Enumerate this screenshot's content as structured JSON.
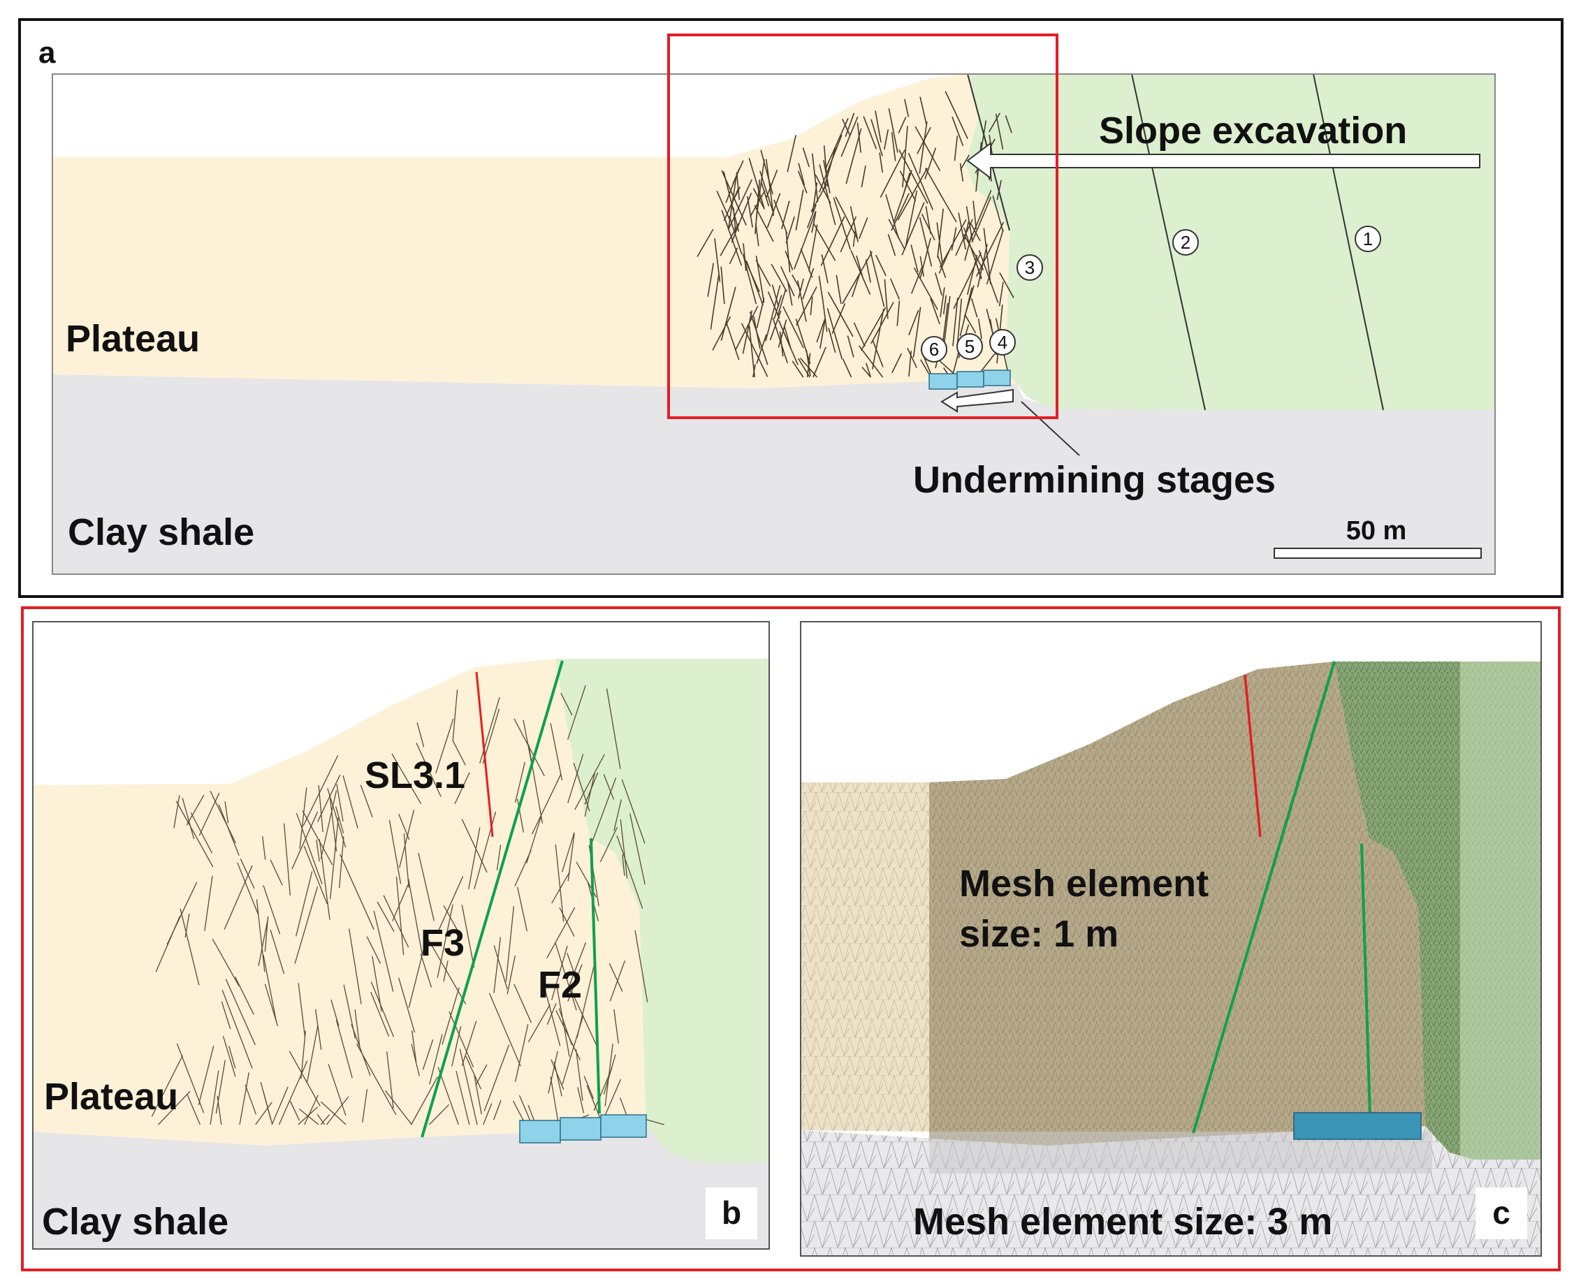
{
  "panel_a": {
    "letter": "a",
    "arrow_label": "Slope excavation",
    "undermining_label": "Undermining stages",
    "plateau_label": "Plateau",
    "clay_label": "Clay shale",
    "scale_label": "50 m",
    "stages": [
      "1",
      "2",
      "3",
      "4",
      "5",
      "6"
    ]
  },
  "panel_b": {
    "letter": "b",
    "plateau_label": "Plateau",
    "clay_label": "Clay shale",
    "sl_label": "SL3.1",
    "f3_label": "F3",
    "f2_label": "F2"
  },
  "panel_c": {
    "letter": "c",
    "mesh_1m_line1": "Mesh element",
    "mesh_1m_line2": "size: 1 m",
    "mesh_3m": "Mesh element size: 3 m"
  },
  "colors": {
    "plateau": "#fdf1d8",
    "slope": "#dcefcf",
    "clay": "#e6e6e8",
    "highlight_frame": "#e31e24",
    "fault": "#0fa04c",
    "sl_line": "#e31e24",
    "undermining_block": "#8fd3ea",
    "mesh_fine": "#b7aa8a",
    "mesh_medium": "#ede2c8",
    "mesh_green": "#8aa877",
    "mesh_green_light": "#cfe5c2"
  }
}
